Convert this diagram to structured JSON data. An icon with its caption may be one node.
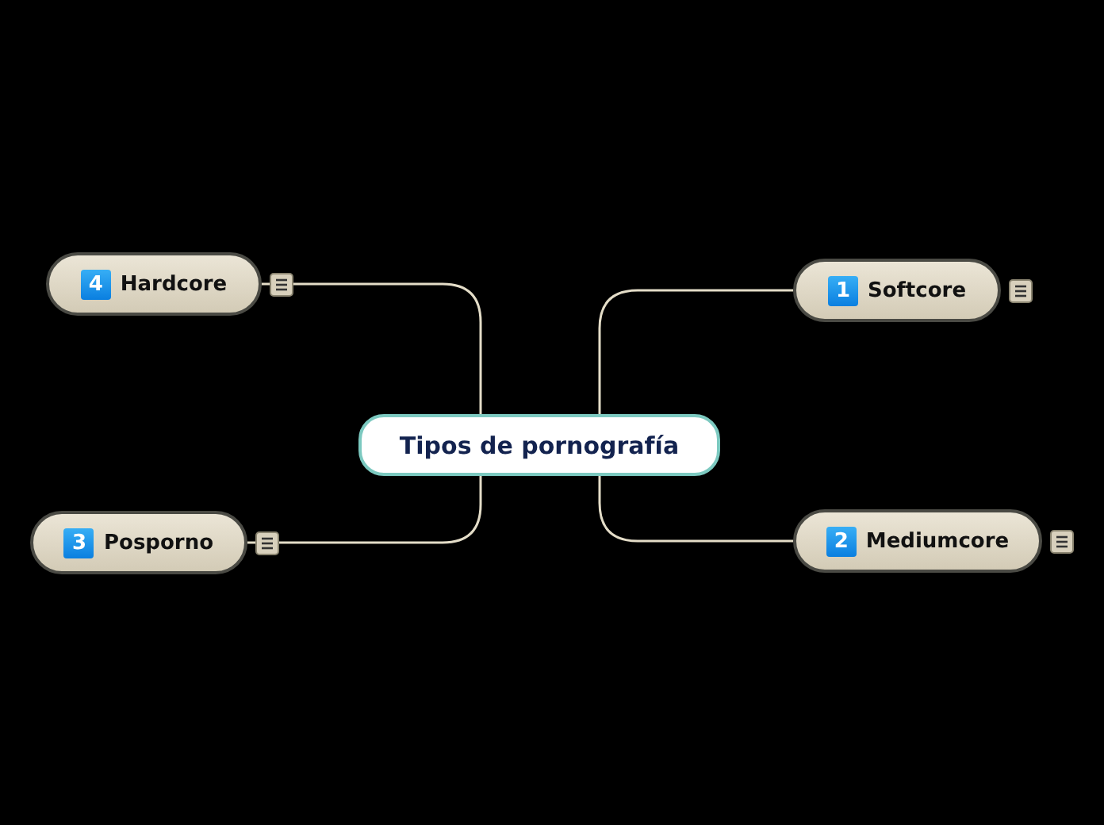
{
  "diagram": {
    "nodes": [
      {
        "text": [
          "Tipos de pornografía"
        ]
      },
      {
        "text": [
          "1",
          "Softcore"
        ]
      },
      {
        "text": [
          "2",
          "Mediumcore"
        ]
      },
      {
        "text": [
          "3",
          "Posporno"
        ]
      },
      {
        "text": [
          "4",
          "Hardcore"
        ]
      }
    ],
    "edges": [
      {
        "from": 0,
        "to": 1,
        "arrow": "none"
      },
      {
        "from": 0,
        "to": 2,
        "arrow": "none"
      },
      {
        "from": 0,
        "to": 3,
        "arrow": "none"
      },
      {
        "from": 0,
        "to": 4,
        "arrow": "none"
      }
    ]
  }
}
